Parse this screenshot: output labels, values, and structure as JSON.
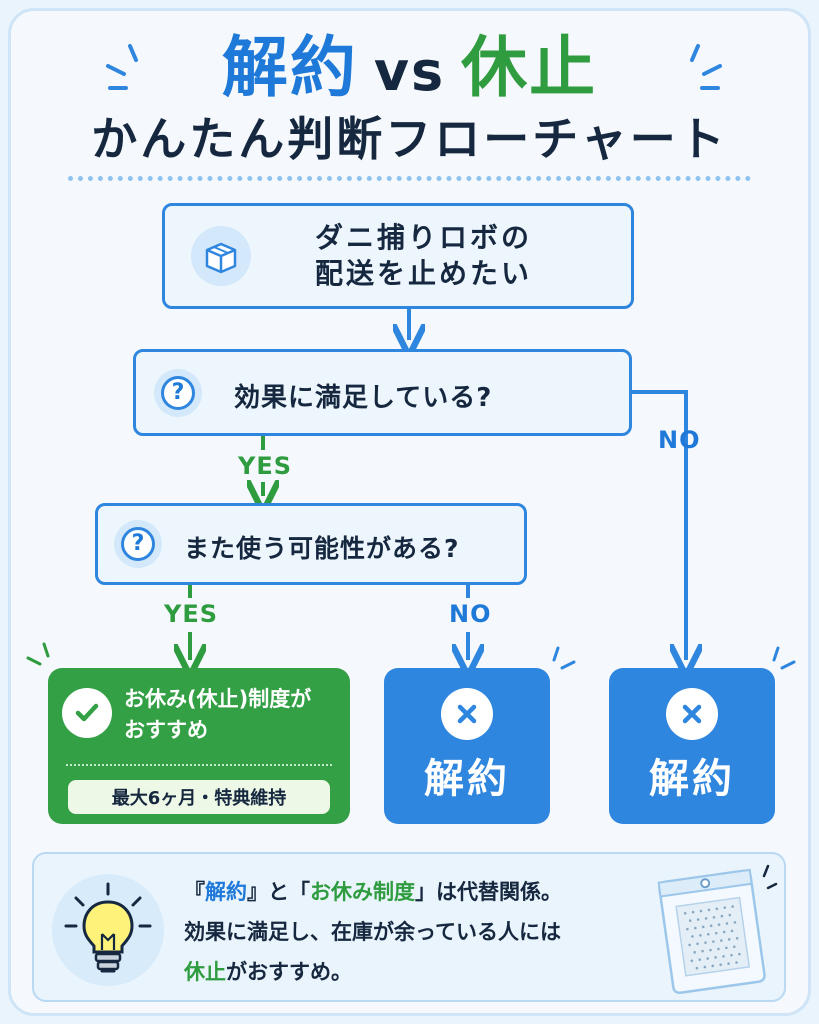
{
  "title": {
    "term1": "解約",
    "vs": "vs",
    "term2": "休止",
    "subtitle": "かんたん判断フローチャート"
  },
  "flow": {
    "start": {
      "line1": "ダニ捕りロボの",
      "line2": "配送を止めたい",
      "icon": "box-icon"
    },
    "q1": {
      "text": "効果に満足している?",
      "icon": "question-icon"
    },
    "q2": {
      "text": "また使う可能性がある?",
      "icon": "question-icon"
    },
    "labels": {
      "q1_yes": "YES",
      "q1_no": "NO",
      "q2_yes": "YES",
      "q2_no": "NO"
    }
  },
  "results": {
    "pause": {
      "line1": "お休み(休止)制度が",
      "line2": "おすすめ",
      "benefit": "最大6ヶ月・特典維持",
      "icon": "check-icon"
    },
    "cancel_a": {
      "text": "解約",
      "icon": "x-icon"
    },
    "cancel_b": {
      "text": "解約",
      "icon": "x-icon"
    }
  },
  "note": {
    "l1": {
      "q1_open": "『",
      "kw1": "解約",
      "q1_close": "』",
      "and": "と",
      "q2_open": "「",
      "kw2": "お休み制度",
      "q2_close": "」",
      "rest": "は代替関係。"
    },
    "l2": "効果に満足し、在庫が余っている人には",
    "l3": {
      "kw": "休止",
      "rest": "がおすすめ。"
    },
    "icons": [
      "lightbulb-icon",
      "product-pouch-icon"
    ]
  },
  "colors": {
    "blue": "#2f86df",
    "green": "#34a046",
    "dark_text": "#16283f",
    "background": "#f5f9fd"
  }
}
